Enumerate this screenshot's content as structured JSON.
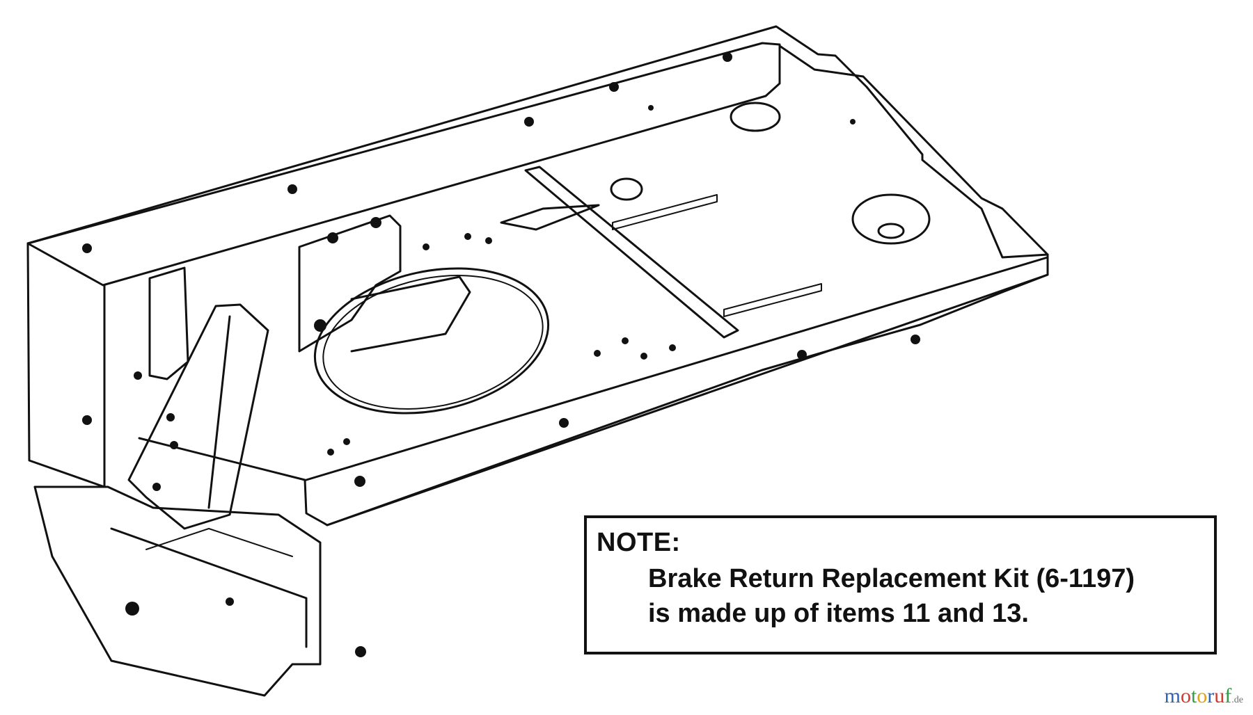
{
  "note": {
    "title": "NOTE:",
    "line1": "Brake Return Replacement Kit (6-1197)",
    "line2": "is made up of items 11 and 13."
  },
  "watermark": {
    "letters": [
      "m",
      "o",
      "t",
      "o",
      "r",
      "u",
      "f"
    ],
    "tld": ".de",
    "colors": [
      "#2a63b8",
      "#d23a2e",
      "#2f9e44",
      "#e0a21b",
      "#2a63b8",
      "#d23a2e",
      "#2f9e44"
    ]
  },
  "colors": {
    "line": "#111111",
    "background": "#ffffff"
  }
}
